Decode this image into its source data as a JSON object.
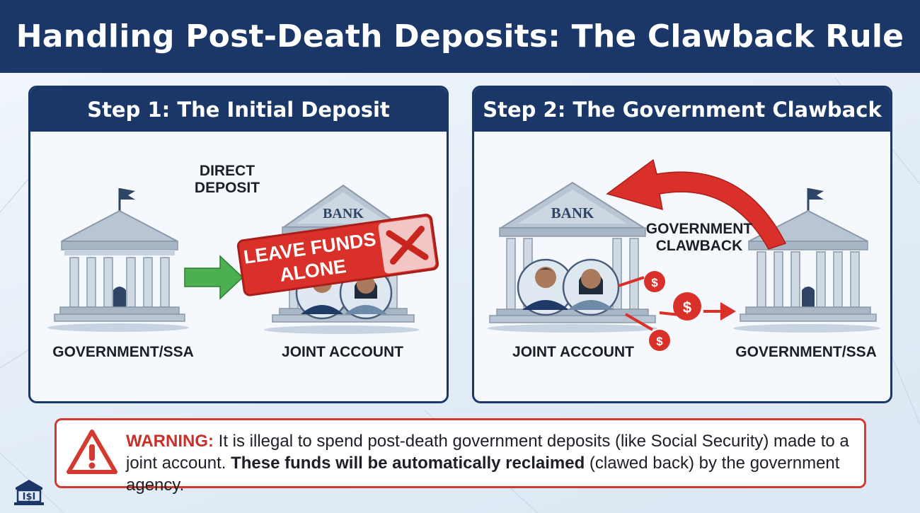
{
  "title": "Handling Post-Death Deposits: The Clawback Rule",
  "step1": {
    "heading": "Step 1: The Initial Deposit",
    "source_label": "GOVERNMENT/SSA",
    "transfer_label_line1": "DIRECT",
    "transfer_label_line2": "DEPOSIT",
    "bank_sign": "BANK",
    "destination_label": "JOINT ACCOUNT",
    "stamp_line1": "LEAVE FUNDS",
    "stamp_line2": "ALONE"
  },
  "step2": {
    "heading": "Step 2: The Government Clawback",
    "bank_sign": "BANK",
    "clawback_label_line1": "GOVERNMENT",
    "clawback_label_line2": "CLAWBACK",
    "source_label": "JOINT ACCOUNT",
    "destination_label": "GOVERNMENT/SSA",
    "coin_symbol": "$"
  },
  "warning": {
    "label": "WARNING:",
    "text_part1": " It is illegal to spend post-death government deposits (like Social Security) made to a joint account. ",
    "text_bold": "These funds will be automatically reclaimed",
    "text_part2": " (clawed back) by the government agency."
  },
  "icons": {
    "warning": "warning-triangle-icon",
    "logo": "bank-dollar-icon"
  },
  "colors": {
    "navy": "#1a3768",
    "red": "#d33a30",
    "green": "#4caf50",
    "building": "#b9c5d3"
  }
}
